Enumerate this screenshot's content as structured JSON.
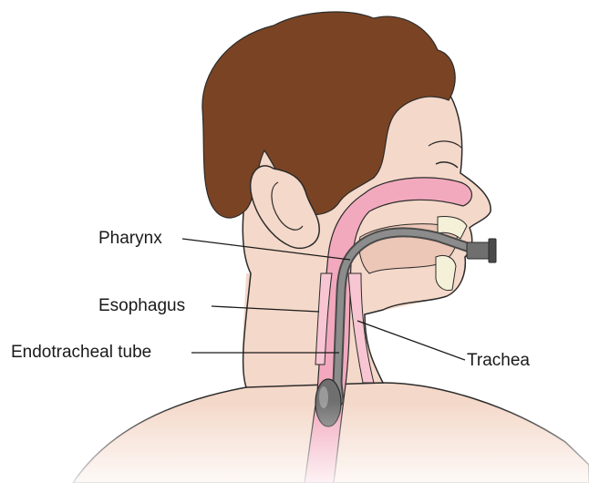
{
  "diagram": {
    "labels": {
      "pharynx": "Pharynx",
      "esophagus": "Esophagus",
      "endotracheal_tube": "Endotracheal tube",
      "trachea": "Trachea"
    },
    "colors": {
      "hair": "#7a4424",
      "skin": "#f4d8c9",
      "skin_shade": "#ecc6b6",
      "mucosa_pink": "#f2a9bd",
      "airway_light": "#f7c6d2",
      "tube_gray": "#8c8c8c",
      "tube_dark": "#4a4a4a",
      "teeth": "#f5f1d8",
      "outline": "#2b2b2b"
    }
  }
}
